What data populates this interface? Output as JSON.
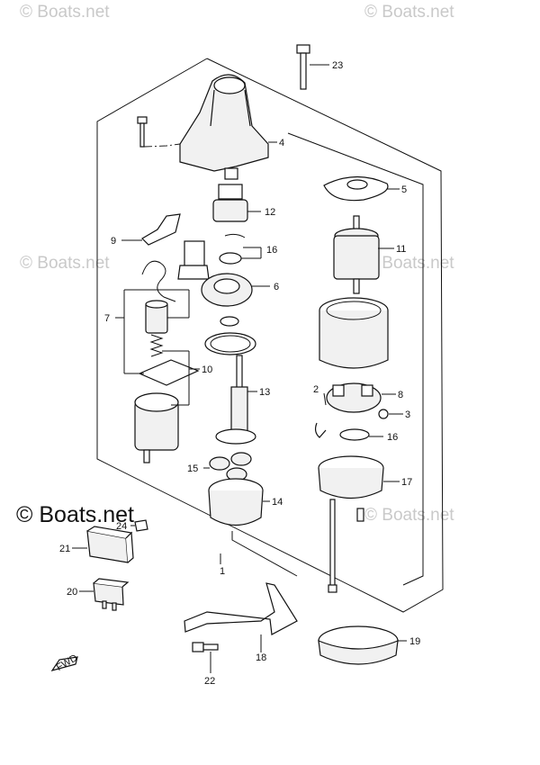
{
  "watermarks": {
    "small": "© Boats.net",
    "large": "© Boats.net"
  },
  "fwd_label": "FWD",
  "callouts": [
    "1",
    "2",
    "3",
    "4",
    "5",
    "6",
    "7",
    "8",
    "9",
    "10",
    "11",
    "12",
    "13",
    "14",
    "15",
    "16",
    "16",
    "17",
    "18",
    "19",
    "20",
    "21",
    "22",
    "23",
    "24"
  ],
  "colors": {
    "ink": "#111111",
    "watermark": "#c9c9c9"
  }
}
